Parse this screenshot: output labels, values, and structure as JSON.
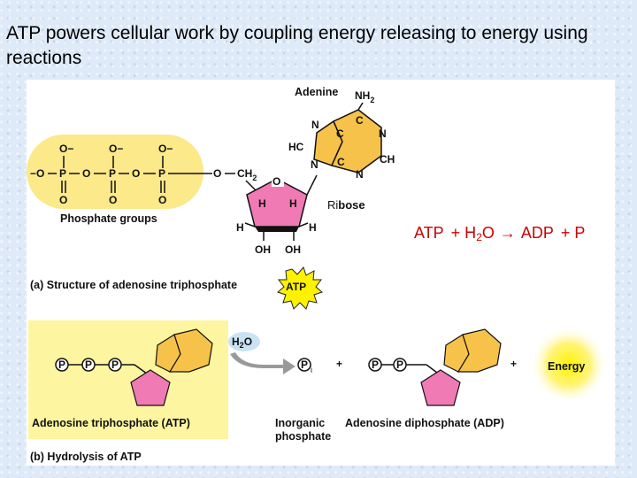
{
  "slide": {
    "title": "ATP powers cellular work by coupling energy releasing to energy using reactions"
  },
  "structure": {
    "adenine_label": "Adenine",
    "nh2": "NH",
    "nh2_sub": "2",
    "ring_atoms": {
      "n1": "N",
      "c1": "C",
      "hc": "HC",
      "c2": "C",
      "n2": "N",
      "c3": "C",
      "n3": "N",
      "c4": "C",
      "ch": "CH",
      "n4": "N"
    },
    "phosphate": {
      "o_minus": "O−",
      "minus_o": "−O",
      "p": "P",
      "o": "O",
      "dash": "—"
    },
    "linker_o": "O",
    "ch2": "CH",
    "ch2_sub": "2",
    "ring_o": "O",
    "h": "H",
    "oh": "OH",
    "ribose_label_r": "Ri",
    "ribose_label_rest": "bose",
    "phosphate_groups_label": "Phosphate groups",
    "caption_a": "(a) Structure of adenosine triphosphate",
    "atp_badge": "ATP"
  },
  "equation": {
    "atp": "ATP",
    "plus1": "+ H",
    "h2o_sub": "2",
    "h2o_o": "O",
    "arrow": "→",
    "adp": "ADP",
    "plus2": "+ P"
  },
  "hydrolysis": {
    "p": "P",
    "pi": "P",
    "pi_sub": "i",
    "h2o": "H",
    "h2o_sub": "2",
    "h2o_o": "O",
    "plus": "+",
    "energy": "Energy",
    "atp_label": "Adenosine triphosphate (ATP)",
    "inorganic_label_1": "Inorganic",
    "inorganic_label_2": "phosphate",
    "adp_label": "Adenosine diphosphate (ADP)",
    "caption_b": "(b) Hydrolysis of ATP"
  },
  "colors": {
    "phosphate_yellow": "#fbe98a",
    "adenine_orange": "#f6c24a",
    "ribose_pink": "#f07ab4",
    "panel_yellow": "#fdf5a0",
    "water_blue": "#c9e3f5",
    "equation_red": "#cc0000",
    "energy_glow": "#fff200"
  }
}
